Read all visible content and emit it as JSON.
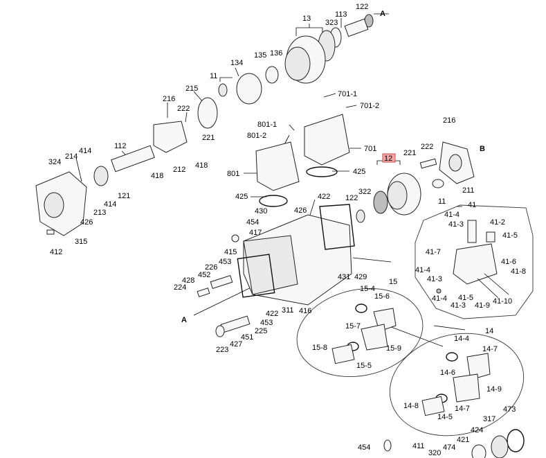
{
  "labels": {
    "l13": "13",
    "l113": "113",
    "l122a": "122",
    "lA1": "A",
    "l323": "323",
    "l135": "135",
    "l136": "136",
    "l134": "134",
    "l11a": "11",
    "l215": "215",
    "l216a": "216",
    "l222a": "222",
    "l221a": "221",
    "l112": "112",
    "l418a": "418",
    "l212": "212",
    "l418b": "418",
    "l324": "324",
    "l214": "214",
    "l414a": "414",
    "l121": "121",
    "l414b": "414",
    "l213": "213",
    "l426a": "426",
    "l315": "315",
    "l412": "412",
    "l7011": "701-1",
    "l7012": "701-2",
    "l8011": "801-1",
    "l8012": "801-2",
    "l701": "701",
    "l801": "801",
    "l425a": "425",
    "l425b": "425",
    "l12": "12",
    "l322": "322",
    "l122b": "122",
    "l422a": "422",
    "l430": "430",
    "l426b": "426",
    "l454a": "454",
    "l417": "417",
    "l415": "415",
    "l453a": "453",
    "l226": "226",
    "l452": "452",
    "l428": "428",
    "l224": "224",
    "l431": "431",
    "l429": "429",
    "l311": "311",
    "l416": "416",
    "l422b": "422",
    "lA2": "A",
    "l453b": "453",
    "l225": "225",
    "l451": "451",
    "l427": "427",
    "l223": "223",
    "l216b": "216",
    "lB": "B",
    "l221b": "221",
    "l222b": "222",
    "l211": "211",
    "l11b": "11",
    "l41": "41",
    "l414s": "41-4",
    "l413a": "41-3",
    "l412s": "41-2",
    "l415s": "41-5",
    "l417s": "41-7",
    "l416s": "41-6",
    "l418s": "41-8",
    "l414t": "41-4",
    "l413b": "41-3",
    "l414u": "41-4",
    "l413c": "41-3",
    "l415t": "41-5",
    "l419": "41-9",
    "l4110": "41-10",
    "l15": "15",
    "l154": "15-4",
    "l156": "15-6",
    "l157": "15-7",
    "l158": "15-8",
    "l159": "15-9",
    "l155": "15-5",
    "l14": "14",
    "l144": "14-4",
    "l147a": "14-7",
    "l146": "14-6",
    "l149": "14-9",
    "l148": "14-8",
    "l147b": "14-7",
    "l145": "14-5",
    "l473": "473",
    "l317": "317",
    "l424": "424",
    "l421": "421",
    "l454b": "454",
    "l411": "411",
    "l320": "320",
    "l474": "474"
  },
  "highlighted_callout": "12",
  "colors": {
    "highlight_fill": "#f3a6a6",
    "highlight_stroke": "#d14a4a",
    "ink": "#000000"
  }
}
